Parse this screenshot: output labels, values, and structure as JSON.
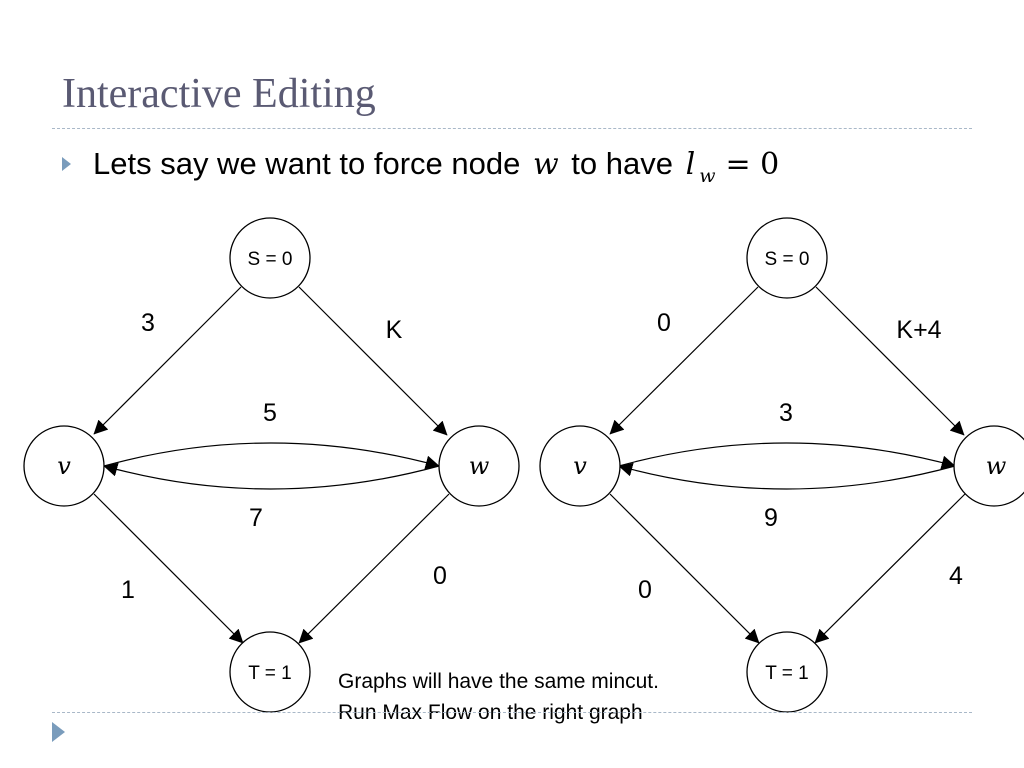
{
  "slide": {
    "title": "Interactive Editing",
    "bullet": {
      "prefix": "Lets say we want to force node",
      "node_var": "w",
      "middle": "to have",
      "label_base": "l",
      "label_sub": "w",
      "equals": "= 0"
    },
    "caption": {
      "line1": "Graphs will have the same mincut.",
      "line2": "Run Max Flow on the right graph"
    }
  },
  "graphs": [
    {
      "nodes": {
        "s": "S = 0",
        "t": "T = 1",
        "v": "v",
        "w": "w"
      },
      "weights": {
        "s_v": "3",
        "s_w": "K",
        "v_w": "5",
        "w_v": "7",
        "v_t": "1",
        "w_t": "0"
      }
    },
    {
      "nodes": {
        "s": "S = 0",
        "t": "T = 1",
        "v": "v",
        "w": "w"
      },
      "weights": {
        "s_v": "0",
        "s_w": "K+4",
        "v_w": "3",
        "w_v": "9",
        "v_t": "0",
        "w_t": "4"
      }
    }
  ]
}
